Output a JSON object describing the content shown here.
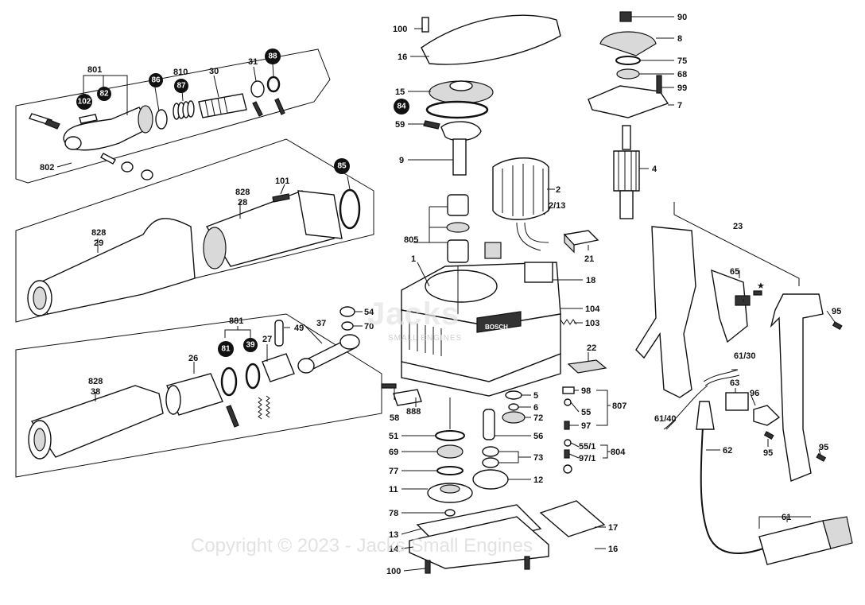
{
  "watermark": {
    "copyright": "Copyright © 2023 - Jacks Small Engines",
    "logo": "Jacks",
    "logo_sub": "SMALL ENGINES"
  },
  "brand_label": "BOSCH",
  "badges": {
    "b102": "102",
    "b82": "82",
    "b86": "86",
    "b87": "87",
    "b88": "88",
    "b85": "85",
    "b84": "84",
    "b81": "81",
    "b39": "39"
  },
  "labels": {
    "l801": "801",
    "l810": "810",
    "l30": "30",
    "l31": "31",
    "l802": "802",
    "l828a": "828",
    "l28": "28",
    "l101": "101",
    "l828b": "828",
    "l29": "29",
    "l881": "881",
    "l49": "49",
    "l37": "37",
    "l54": "54",
    "l70": "70",
    "l26": "26",
    "l27": "27",
    "l828c": "828",
    "l38": "38",
    "l100a": "100",
    "l16": "16",
    "l15": "15",
    "l59": "59",
    "l9": "9",
    "l805": "805",
    "l1": "1",
    "l2": "2",
    "l213": "2/13",
    "l21": "21",
    "l18": "18",
    "l104": "104",
    "l103": "103",
    "l22": "22",
    "l58": "58",
    "l888": "888",
    "l51": "51",
    "l69": "69",
    "l77": "77",
    "l11": "11",
    "l78": "78",
    "l13": "13",
    "l14": "14",
    "l100b": "100",
    "l5": "5",
    "l6": "6",
    "l72": "72",
    "l56": "56",
    "l73": "73",
    "l12": "12",
    "l17": "17",
    "l16b": "16",
    "l98": "98",
    "l55": "55",
    "l97": "97",
    "l807": "807",
    "l551": "55/1",
    "l971": "97/1",
    "l804": "804",
    "l90": "90",
    "l8": "8",
    "l75": "75",
    "l68": "68",
    "l99": "99",
    "l7": "7",
    "l4": "4",
    "l23": "23",
    "l65": "65",
    "lstar": "★",
    "l95a": "95",
    "l6130": "61/30",
    "l63": "63",
    "l96": "96",
    "l6140": "61/40",
    "l62": "62",
    "l95b": "95",
    "l95c": "95",
    "l61": "61"
  }
}
